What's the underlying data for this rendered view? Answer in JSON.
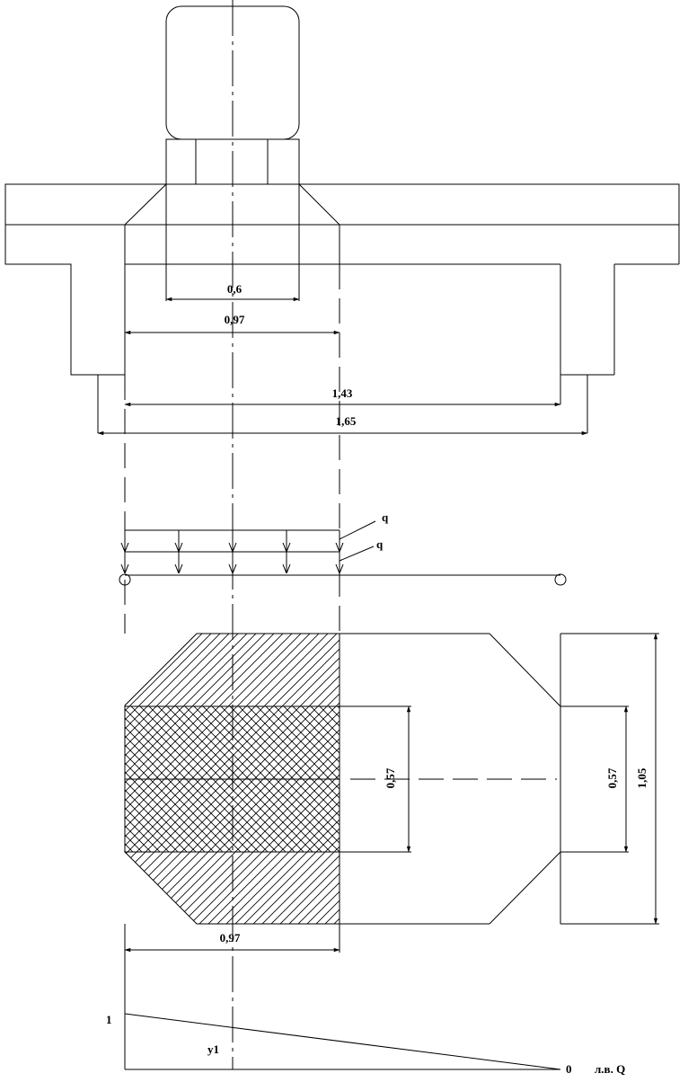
{
  "dimensions": {
    "d1": "0,6",
    "d2": "0,97",
    "d3": "1,43",
    "d4": "1,65",
    "d5": "0,57",
    "d6": "0,57",
    "d7": "1,05",
    "d8": "0,97"
  },
  "loads": {
    "q_upper": "q",
    "q_lower": "q"
  },
  "influence_line": {
    "ordinate_left": "1",
    "ordinate_right": "0",
    "ordinate_mid": "y1",
    "title": "л.в. Q"
  }
}
